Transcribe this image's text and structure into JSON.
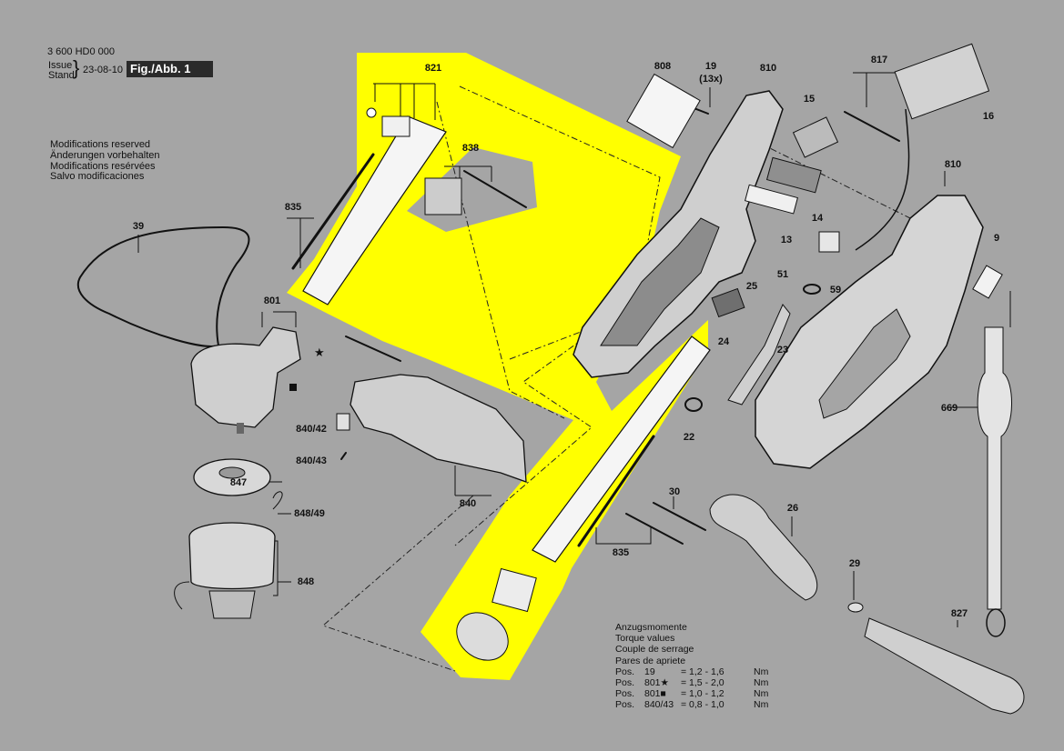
{
  "header": {
    "doc_number": "3 600 HD0 000",
    "issue_label": "Issue",
    "stand_label": "Stand",
    "date": "23-08-10",
    "figure": "Fig./Abb. 1"
  },
  "notes": [
    "Modifications reserved",
    "Änderungen vorbehalten",
    "Modifications resérvées",
    "Salvo modificaciones"
  ],
  "parts": {
    "p821": "821",
    "p838": "838",
    "p835a": "835",
    "p835b": "835",
    "p39": "39",
    "p801": "801",
    "p840_42": "840/42",
    "p840_43": "840/43",
    "p840": "840",
    "p847": "847",
    "p848_49": "848/49",
    "p848": "848",
    "p808": "808",
    "p19": "19",
    "p19qty": "(13x)",
    "p810a": "810",
    "p810b": "810",
    "p817": "817",
    "p15": "15",
    "p16": "16",
    "p14": "14",
    "p13": "13",
    "p9": "9",
    "p51": "51",
    "p25": "25",
    "p59": "59",
    "p24": "24",
    "p23": "23",
    "p22": "22",
    "p669": "669",
    "p30": "30",
    "p26": "26",
    "p29": "29",
    "p827": "827"
  },
  "torque": {
    "headings": [
      "Anzugsmomente",
      "Torque values",
      "Couple de serrage",
      "Pares de apriete"
    ],
    "rows": [
      {
        "pos": "Pos.",
        "part": "19",
        "value": "= 1,2 - 1,6",
        "unit": "Nm"
      },
      {
        "pos": "Pos.",
        "part": "801★",
        "value": "= 1,5 - 2,0",
        "unit": "Nm"
      },
      {
        "pos": "Pos.",
        "part": "801■",
        "value": "= 1,0 - 1,2",
        "unit": "Nm"
      },
      {
        "pos": "Pos.",
        "part": "840/43",
        "value": "= 0,8 - 1,0",
        "unit": "Nm"
      }
    ]
  },
  "colors": {
    "background": "#a5a5a5",
    "highlight": "#ffff00",
    "line": "#1a1a1a"
  }
}
